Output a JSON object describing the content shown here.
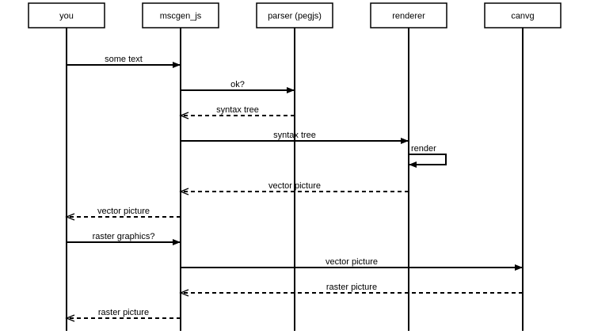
{
  "participants": [
    {
      "id": "you",
      "label": "you"
    },
    {
      "id": "mscgen_js",
      "label": "mscgen_js"
    },
    {
      "id": "parser",
      "label": "parser (pegjs)"
    },
    {
      "id": "renderer",
      "label": "renderer"
    },
    {
      "id": "canvg",
      "label": "canvg"
    }
  ],
  "messages": [
    {
      "from": "you",
      "to": "mscgen_js",
      "label": "some text",
      "style": "solid"
    },
    {
      "from": "mscgen_js",
      "to": "parser",
      "label": "ok?",
      "style": "solid"
    },
    {
      "from": "parser",
      "to": "mscgen_js",
      "label": "syntax tree",
      "style": "dashed"
    },
    {
      "from": "mscgen_js",
      "to": "renderer",
      "label": "syntax tree",
      "style": "solid"
    },
    {
      "from": "renderer",
      "to": "renderer",
      "label": "render",
      "style": "solid"
    },
    {
      "from": "renderer",
      "to": "mscgen_js",
      "label": "vector picture",
      "style": "dashed"
    },
    {
      "from": "mscgen_js",
      "to": "you",
      "label": "vector picture",
      "style": "dashed"
    },
    {
      "from": "you",
      "to": "mscgen_js",
      "label": "raster graphics?",
      "style": "solid"
    },
    {
      "from": "mscgen_js",
      "to": "canvg",
      "label": "vector picture",
      "style": "solid"
    },
    {
      "from": "canvg",
      "to": "mscgen_js",
      "label": "raster picture",
      "style": "dashed"
    },
    {
      "from": "mscgen_js",
      "to": "you",
      "label": "raster picture",
      "style": "dashed"
    }
  ],
  "colors": {
    "line": "#000000",
    "box_fill": "#ffffff",
    "background": "#ffffff"
  }
}
